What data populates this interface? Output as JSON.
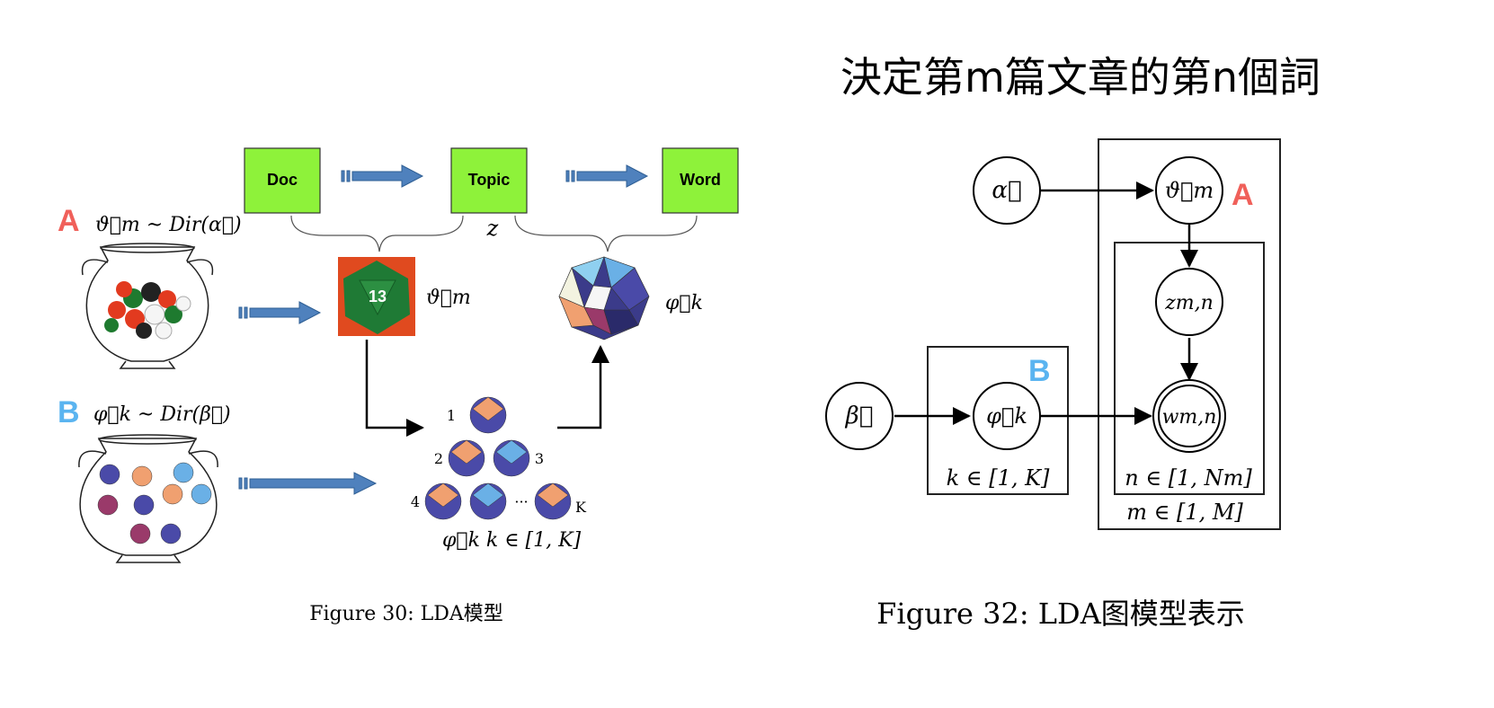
{
  "left_figure": {
    "boxes": {
      "doc": "Doc",
      "topic": "Topic",
      "word": "Word"
    },
    "z_label": "z",
    "label_a": "A",
    "label_b": "B",
    "formula_a": "ϑ⃗m ~ Dir(α⃗)",
    "formula_b": "φ⃗k ~ Dir(β⃗)",
    "theta_label": "ϑ⃗m",
    "phi_label": "φ⃗k",
    "die_number": "13",
    "dice_numbers": [
      "1",
      "2",
      "3",
      "4",
      "K"
    ],
    "ellipsis": "···",
    "dice_caption": "φ⃗k  k ∈ [1, K]",
    "caption": "Figure 30: LDA模型"
  },
  "right_figure": {
    "title": "決定第m篇文章的第n個詞",
    "label_a": "A",
    "label_b": "B",
    "nodes": {
      "alpha": "α⃗",
      "theta": "ϑ⃗m",
      "z": "zm,n",
      "w": "wm,n",
      "beta": "β⃗",
      "phi": "φ⃗k"
    },
    "plates": {
      "k": "k ∈ [1, K]",
      "n": "n ∈ [1, Nm]",
      "m": "m ∈ [1, M]"
    },
    "caption": "Figure 32: LDA图模型表示"
  },
  "colors": {
    "box_green": "#8ef23a",
    "arrow_blue": "#4f81bd",
    "label_red": "#f0605a",
    "label_blue": "#5ab4f0"
  }
}
